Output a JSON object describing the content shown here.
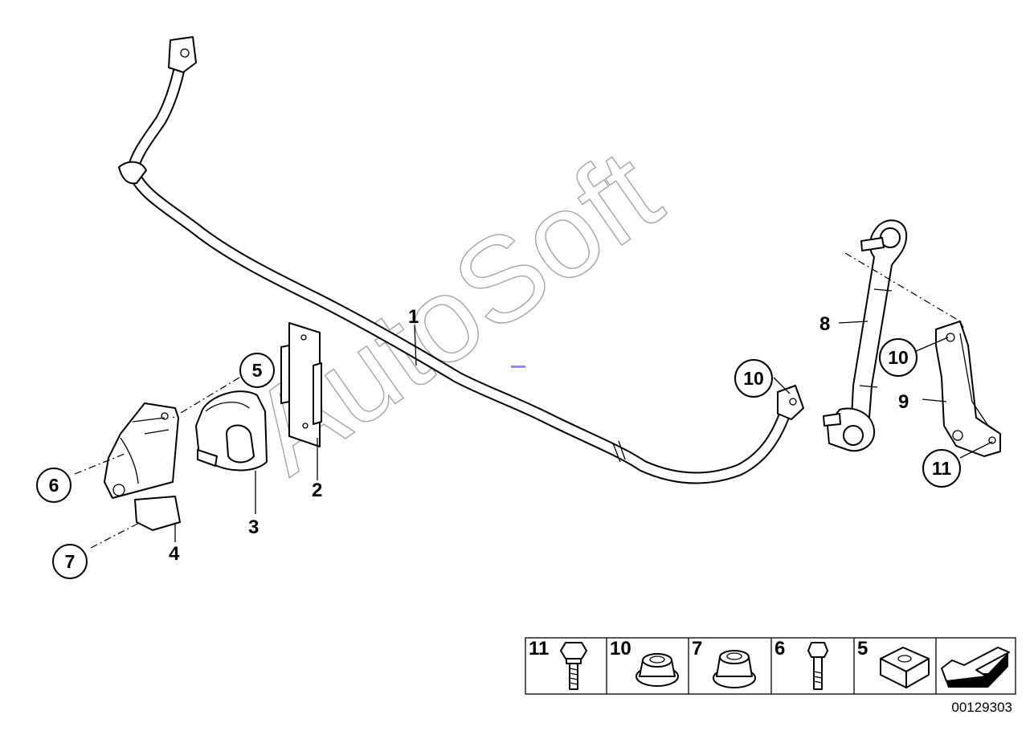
{
  "diagram": {
    "watermark": "AutoSoft",
    "doc_id": "00129303",
    "callouts": {
      "p1": "1",
      "p2": "2",
      "p3": "3",
      "p4": "4",
      "p5": "5",
      "p6": "6",
      "p7": "7",
      "p8": "8",
      "p9": "9",
      "p10a": "10",
      "p10b": "10",
      "p11": "11"
    }
  },
  "legend": {
    "cells": [
      {
        "number": "11",
        "icon": "hex-bolt-icon"
      },
      {
        "number": "10",
        "icon": "flange-nut-icon"
      },
      {
        "number": "7",
        "icon": "hex-flange-nut-icon"
      },
      {
        "number": "6",
        "icon": "bolt-icon"
      },
      {
        "number": "5",
        "icon": "square-nut-icon"
      },
      {
        "number": "",
        "icon": "arrow-icon"
      }
    ]
  }
}
